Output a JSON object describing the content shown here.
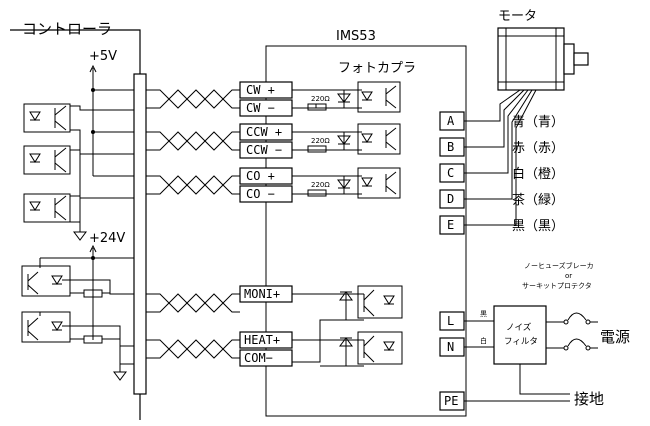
{
  "controller": {
    "title": "コントローラ",
    "v5": "+5V",
    "v24": "+24V"
  },
  "driver": {
    "title": "IMS53",
    "photocoupler": "フォトカプラ"
  },
  "resistor_label": "220Ω",
  "io_terminals": [
    "CW +",
    "CW −",
    "CCW +",
    "CCW −",
    "CO +",
    "CO −",
    "MONI+",
    "HEAT+",
    "COM−"
  ],
  "motor": {
    "title": "モータ",
    "terminals": [
      {
        "id": "A",
        "wire": "青（青）"
      },
      {
        "id": "B",
        "wire": "赤（赤）"
      },
      {
        "id": "C",
        "wire": "白（橙）"
      },
      {
        "id": "D",
        "wire": "茶（緑）"
      },
      {
        "id": "E",
        "wire": "黒（黒）"
      }
    ]
  },
  "power": {
    "terminals": [
      "L",
      "N",
      "PE"
    ],
    "wire_l": "黒",
    "wire_n": "白",
    "filter": [
      "ノイズ",
      "フィルタ"
    ],
    "breaker": [
      "ノーヒューズブレーカ",
      "or",
      "サーキットプロテクタ"
    ],
    "source": "電源",
    "ground": "接地"
  }
}
